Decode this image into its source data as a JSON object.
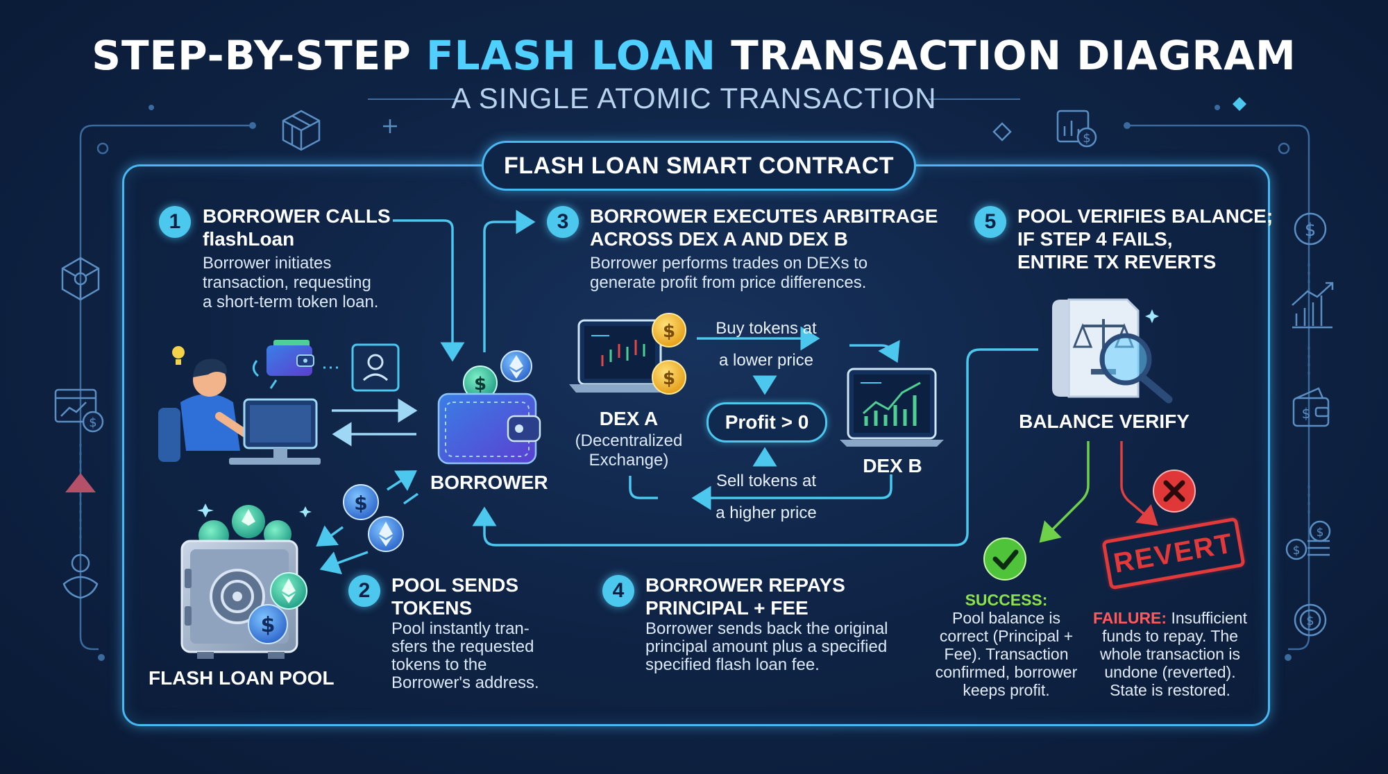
{
  "header": {
    "title_part1": "STEP-BY-STEP ",
    "title_highlight": "FLASH LOAN",
    "title_part2": " TRANSACTION DIAGRAM",
    "subtitle": "A SINGLE ATOMIC TRANSACTION"
  },
  "contract_label": "FLASH LOAN SMART CONTRACT",
  "steps": [
    {
      "number": "1",
      "title_lines": [
        "BORROWER CALLS",
        "flashLoan"
      ],
      "desc_lines": [
        "Borrower initiates",
        "transaction, requesting",
        "a short-term token loan."
      ]
    },
    {
      "number": "2",
      "title_lines": [
        "POOL SENDS",
        "TOKENS"
      ],
      "desc_lines": [
        "Pool instantly tran-",
        "sfers the requested",
        "tokens to the",
        "Borrower's address."
      ]
    },
    {
      "number": "3",
      "title_lines": [
        "BORROWER EXECUTES ARBITRAGE",
        "ACROSS DEX A AND DEX B"
      ],
      "desc_lines": [
        "Borrower performs trades on DEXs to",
        "generate profit from price differences."
      ]
    },
    {
      "number": "4",
      "title_lines": [
        "BORROWER REPAYS",
        "PRINCIPAL + FEE"
      ],
      "desc_lines": [
        "Borrower sends back the original",
        "principal amount plus a specified",
        "specified flash loan fee."
      ]
    },
    {
      "number": "5",
      "title_lines": [
        "POOL VERIFIES BALANCE;",
        "IF STEP 4 FAILS,",
        "ENTIRE TX REVERTS"
      ],
      "desc_lines": []
    }
  ],
  "labels": {
    "borrower": "BORROWER",
    "flash_loan_pool": "FLASH LOAN POOL",
    "dex_a": "DEX A",
    "dex_a_sub": [
      "(Decentralized",
      "Exchange)"
    ],
    "dex_b": "DEX B",
    "balance_verify": "BALANCE VERIFY"
  },
  "trade": {
    "buy_lines": [
      "Buy tokens at",
      "a lower price"
    ],
    "sell_lines": [
      "Sell tokens at",
      "a higher price"
    ],
    "profit": "Profit > 0"
  },
  "outcomes": {
    "success_label": "SUCCESS:",
    "success_lines": [
      "Pool balance is",
      "correct (Principal +",
      "Fee). Transaction",
      "confirmed, borrower",
      "keeps profit."
    ],
    "failure_label": "FAILURE:",
    "failure_first": " Insufficient",
    "failure_lines": [
      "funds to repay. The",
      "whole transaction is",
      "undone (reverted).",
      "State is restored."
    ],
    "revert_stamp": "REVERT"
  },
  "icons": {
    "side_left": [
      "hexagon-network-icon",
      "chart-dollar-icon",
      "triangle-icon",
      "user-shield-icon"
    ],
    "side_right": [
      "dollar-coin-icon",
      "growth-chart-icon",
      "wallet-icon",
      "coin-stack-icon",
      "globe-dollar-icon"
    ],
    "top": [
      "cube-icon",
      "plus-icon",
      "diamond-icon",
      "bar-chart-dollar-icon"
    ]
  },
  "colors": {
    "accent": "#4fd0ff",
    "frame": "#48b8f2",
    "success": "#8be24a",
    "failure": "#e23a3a",
    "background": "#0f2446"
  }
}
